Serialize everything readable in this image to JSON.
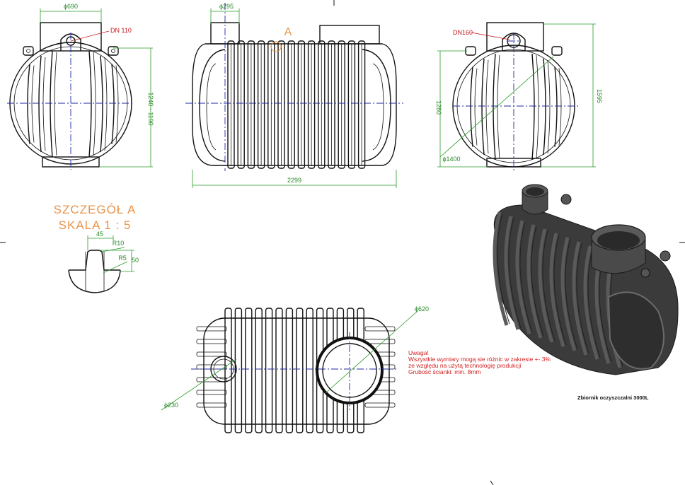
{
  "dimensions": {
    "front_width": "ϕ690",
    "front_outlet": "DN 110",
    "front_height": "1240 - 1190",
    "side_inlet_width": "ϕ295",
    "detail_marker": "A",
    "side_length": "2299",
    "back_inlet": "DN160",
    "back_height_left": "1280",
    "back_height_right": "1595",
    "back_diameter": "ϕ1400"
  },
  "detail": {
    "title_line1": "SZCZEGÓŁ A",
    "title_line2": "SKALA 1 : 5",
    "dim_width": "45",
    "dim_r10": "R10",
    "dim_r5": "R5",
    "dim_height": "50"
  },
  "top_view": {
    "small_opening": "ϕ230",
    "large_opening": "ϕ620"
  },
  "note": {
    "line1": "Uwaga!",
    "line2": "Wszystkie wymiary mogą sie różnic w zakresie +- 3%",
    "line3": "ze względu na użytą technologię produkcji",
    "line4": "Grubość ścianki: min. 8mm"
  },
  "caption": "Zbiornik oczyszczalni 3000L",
  "colors": {
    "dimension": "#2a8a2a",
    "callout": "#c8161a",
    "detail_title": "#e8944a",
    "centerline": "#1f2aa0"
  }
}
